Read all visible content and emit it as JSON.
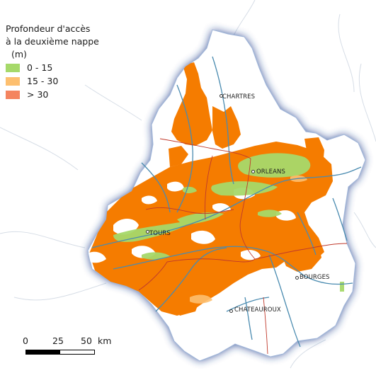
{
  "legend": {
    "title_line1": "Profondeur d'accès",
    "title_line2": "à la deuxième nappe",
    "unit": "(m)",
    "classes": [
      {
        "label": "0 - 15",
        "color": "#a6d96a"
      },
      {
        "label": "15 - 30",
        "color": "#fdbf6f"
      },
      {
        "label": "> 30",
        "color": "#f4845f"
      }
    ]
  },
  "cities": {
    "chartres": "CHARTRES",
    "orleans": "ORLEANS",
    "tours": "TOURS",
    "bourges": "BOURGES",
    "chateauroux": "CHATEAUROUX"
  },
  "scale_bar": {
    "labels": [
      "0",
      "25",
      "50"
    ],
    "unit": "km"
  },
  "colors": {
    "region_fill": "#ffffff",
    "halo": "#1f3a8a",
    "depth_main": "#f57c00",
    "depth_shallow": "#a6d96a",
    "rivers": "#4a8bb0",
    "admin_borders": "#c0392b",
    "background_rivers": "#d6dde6"
  }
}
